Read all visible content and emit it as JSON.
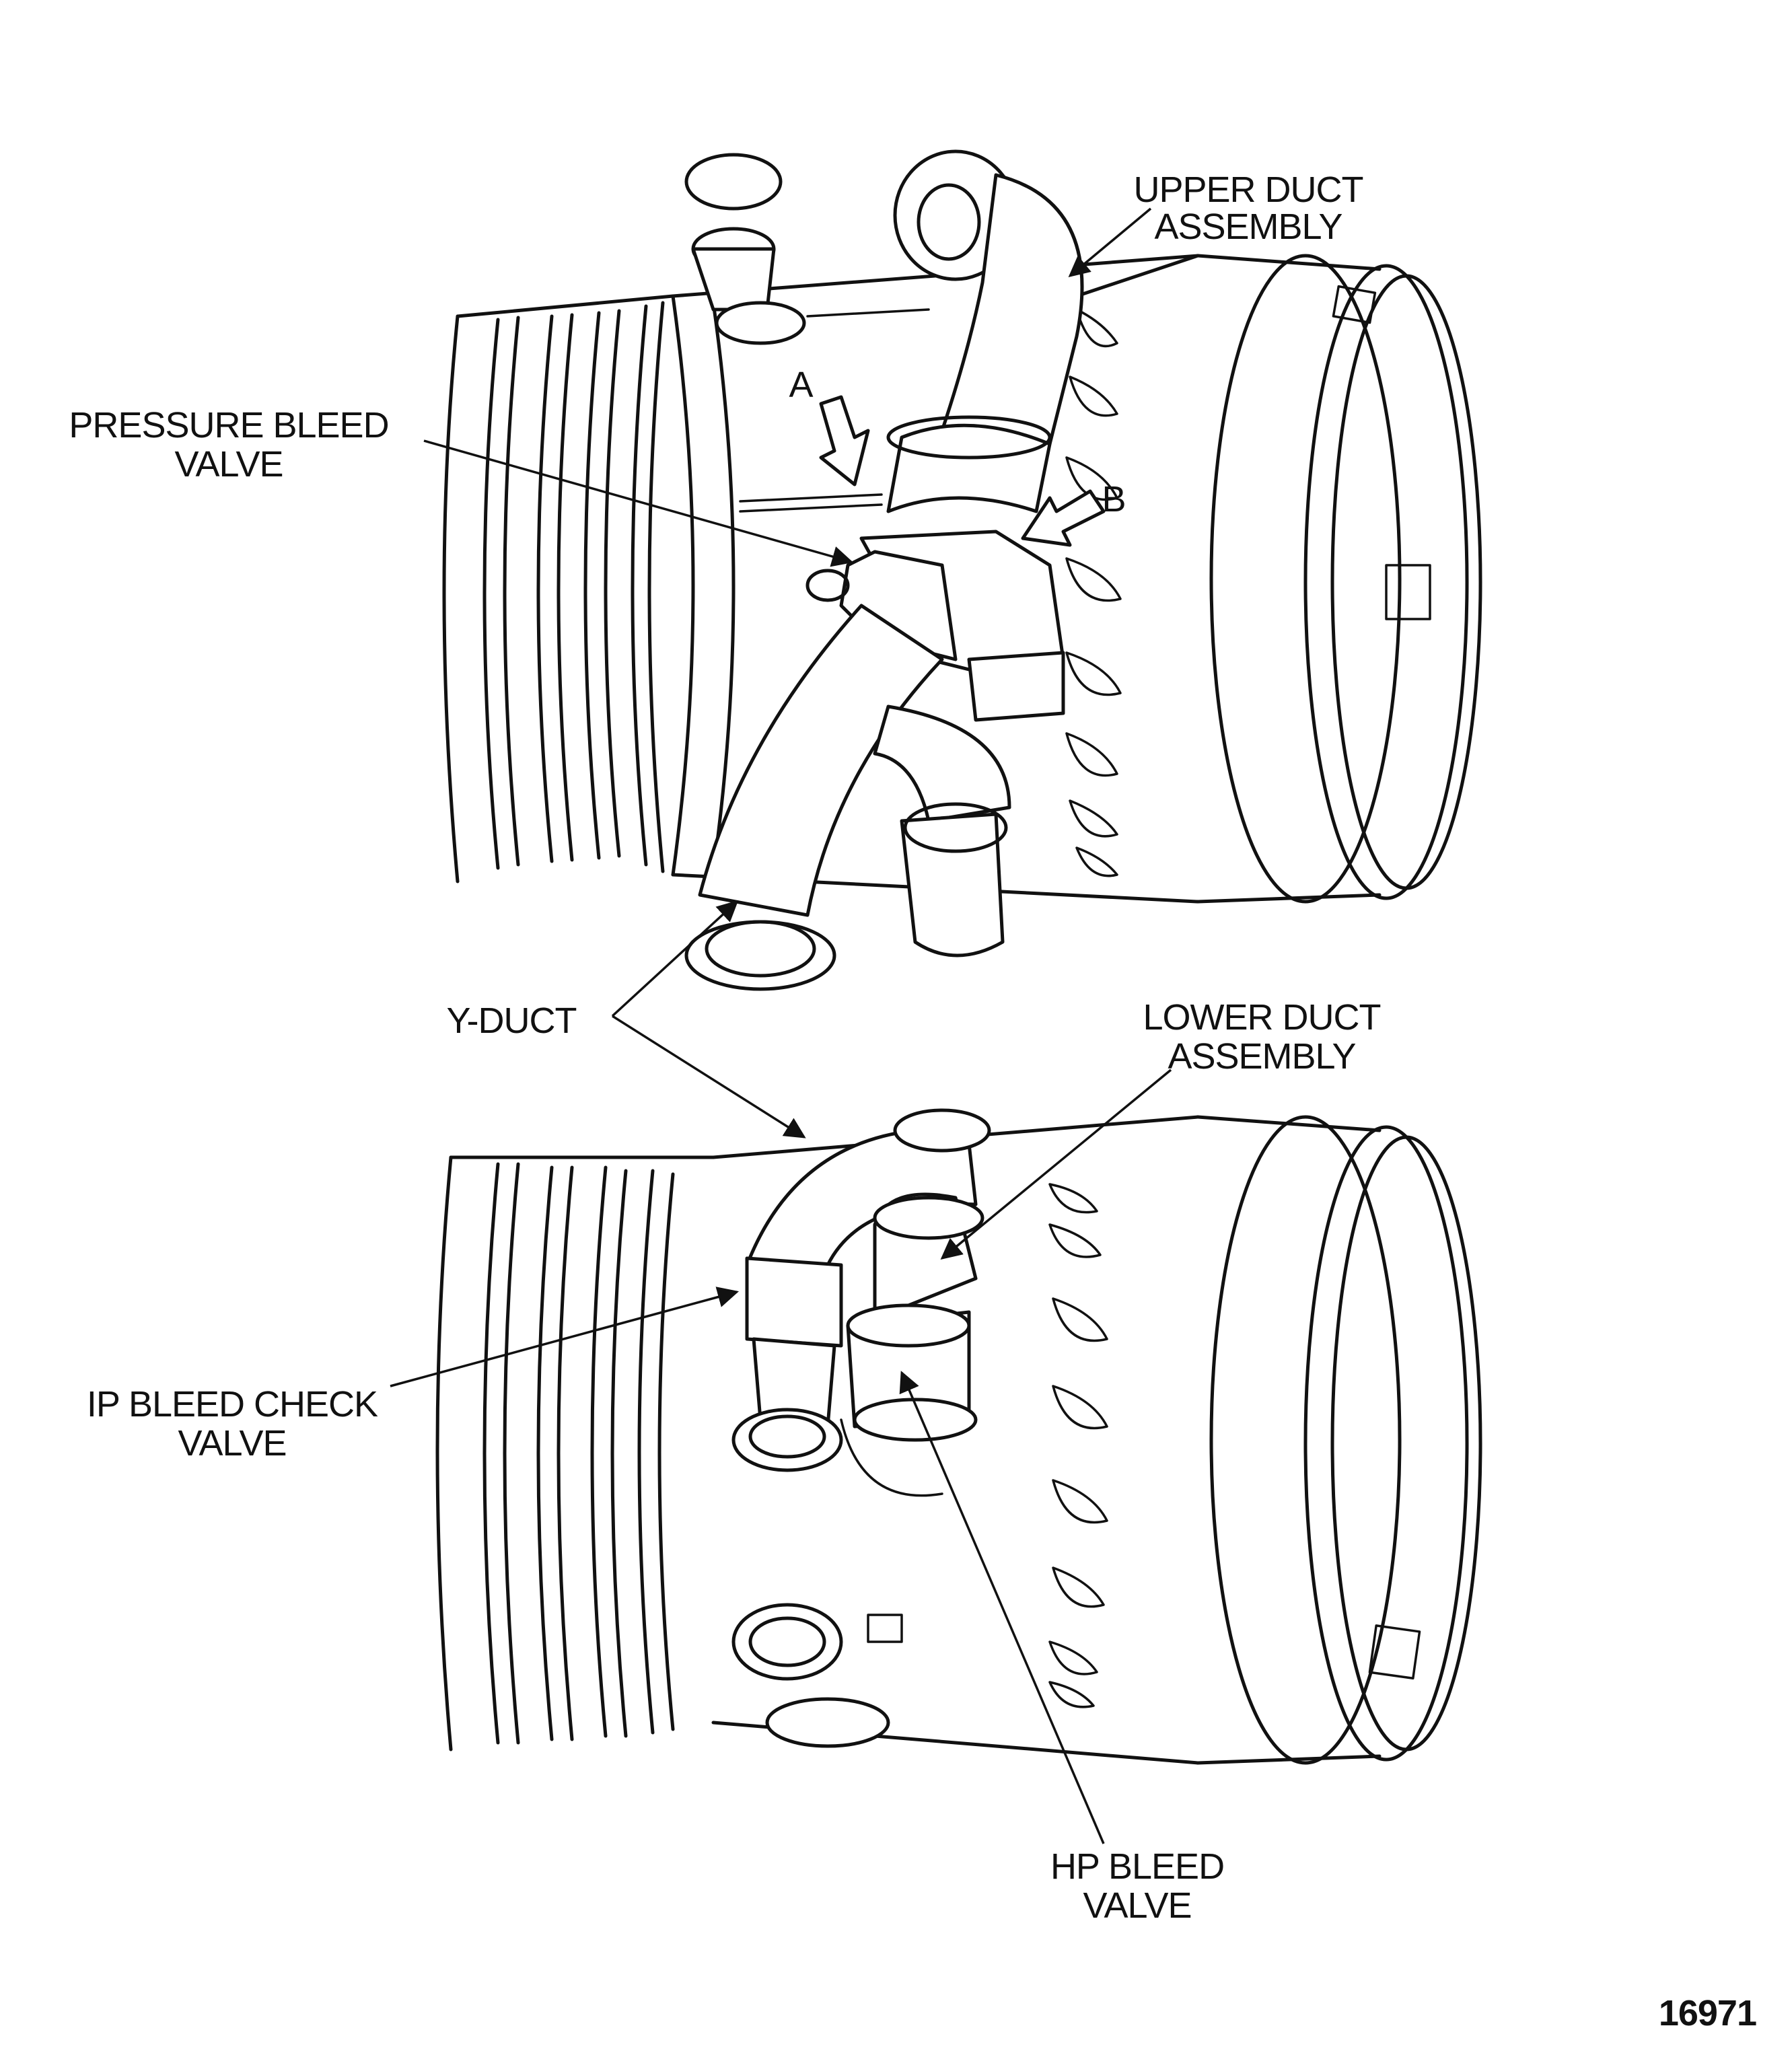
{
  "labels": {
    "upper_duct": [
      "UPPER DUCT",
      "ASSEMBLY"
    ],
    "pressure_bleed": [
      "PRESSURE BLEED",
      "VALVE"
    ],
    "view_a": "A",
    "view_b": "B",
    "y_duct": "Y-DUCT",
    "lower_duct": [
      "LOWER DUCT",
      "ASSEMBLY"
    ],
    "ip_bleed": [
      "IP BLEED CHECK",
      "VALVE"
    ],
    "hp_bleed": [
      "HP BLEED",
      "VALVE"
    ]
  },
  "figure_number": "16971"
}
